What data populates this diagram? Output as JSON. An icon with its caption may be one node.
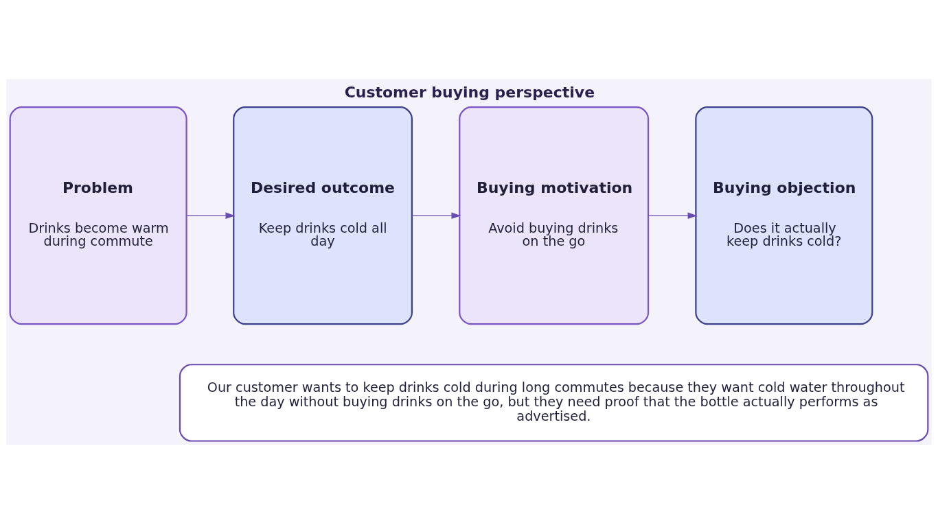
{
  "diagram": {
    "title": "Customer buying perspective",
    "nodes": [
      {
        "text": [
          "Problem",
          "Drinks become warm during commute"
        ]
      },
      {
        "text": [
          "Desired outcome",
          "Keep drinks cold all day"
        ]
      },
      {
        "text": [
          "Buying motivation",
          "Avoid buying drinks on the go"
        ]
      },
      {
        "text": [
          "Buying objection",
          "Does it actually keep drinks cold?"
        ]
      },
      {
        "text": [
          "Our customer wants to keep drinks cold during long commutes because they want cold water throughout the day without buying drinks on the go, but they need proof that the bottle actually performs as advertised."
        ]
      }
    ],
    "edges": [
      {
        "from": 0,
        "to": 1,
        "arrow": "to"
      },
      {
        "from": 1,
        "to": 2,
        "arrow": "to"
      },
      {
        "from": 2,
        "to": 3,
        "arrow": "to"
      }
    ]
  }
}
